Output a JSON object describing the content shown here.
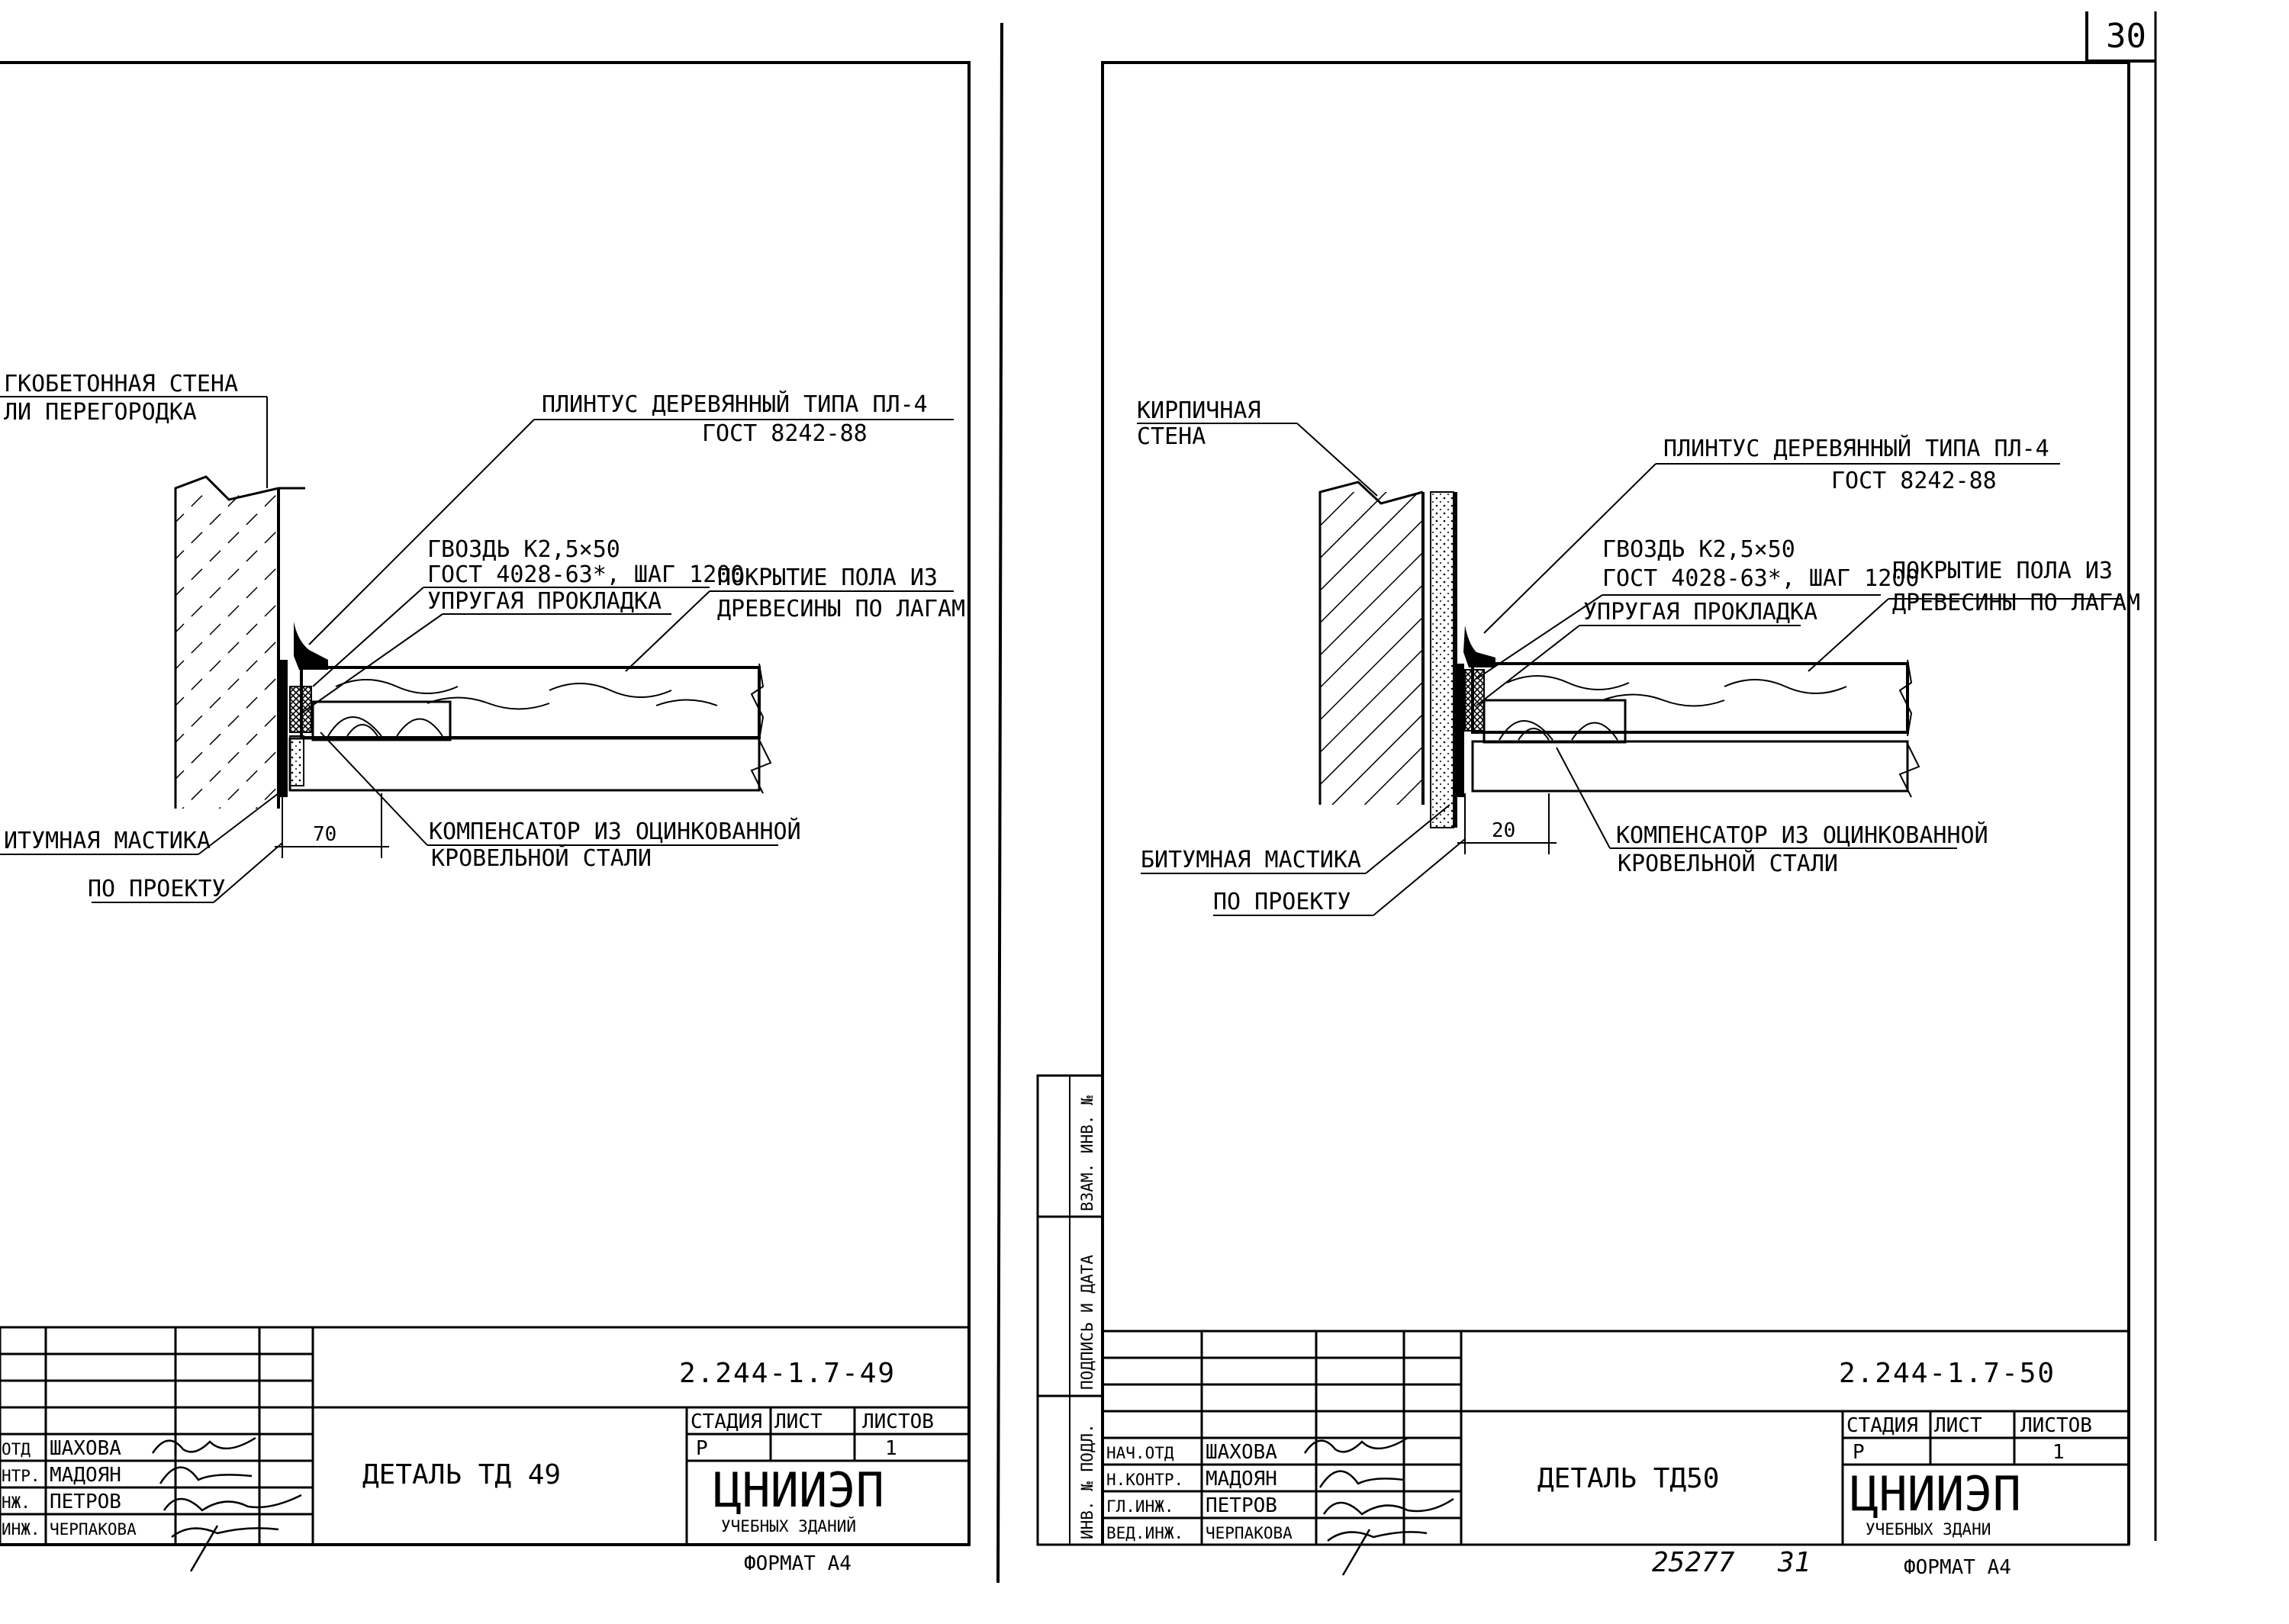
{
  "page_number": "30",
  "left_sheet": {
    "callouts": {
      "wall": [
        "ГКОБЕТОННАЯ СТЕНА",
        "ЛИ ПЕРЕГОРОДКА"
      ],
      "plinth": [
        "ПЛИНТУС ДЕРЕВЯННЫЙ ТИПА ПЛ-4",
        "ГОСТ 8242-88"
      ],
      "nail": [
        "ГВОЗДЬ К2,5×50",
        "ГОСТ 4028-63*, ШАГ 1200"
      ],
      "pad": "УПРУГАЯ ПРОКЛАДКА",
      "floor": [
        "ПОКРЫТИЕ ПОЛА ИЗ",
        "ДРЕВЕСИНЫ ПО ЛАГАМ"
      ],
      "compensator": [
        "КОМПЕНСАТОР ИЗ ОЦИНКОВАННОЙ",
        "КРОВЕЛЬНОЙ СТАЛИ"
      ],
      "mastic": "ИТУМНАЯ МАСТИКА",
      "project": "ПО ПРОЕКТУ",
      "dim": "70"
    },
    "title_block": {
      "code": "2.244-1.7-49",
      "title": "ДЕТАЛЬ ТД 49",
      "headers": [
        "СТАДИЯ",
        "ЛИСТ",
        "ЛИСТОВ"
      ],
      "values": [
        "Р",
        "1",
        ""
      ],
      "org": "ЦНИИЭП",
      "org_sub": "УЧЕБНЫХ ЗДАНИЙ",
      "roles": [
        "ОТД",
        "НТР.",
        "НЖ.",
        "ИНЖ."
      ],
      "names": [
        "ШАХОВА",
        "МАДОЯН",
        "ПЕТРОВ",
        "ЧЕРПАКОВА"
      ],
      "format": "ФОРМАТ А4"
    }
  },
  "right_sheet": {
    "callouts": {
      "wall": [
        "КИРПИЧНАЯ",
        "СТЕНА"
      ],
      "plinth": [
        "ПЛИНТУС ДЕРЕВЯННЫЙ ТИПА ПЛ-4",
        "ГОСТ 8242-88"
      ],
      "nail": [
        "ГВОЗДЬ К2,5×50",
        "ГОСТ 4028-63*, ШАГ 1200"
      ],
      "pad": "УПРУГАЯ ПРОКЛАДКА",
      "floor": [
        "ПОКРЫТИЕ ПОЛА ИЗ",
        "ДРЕВЕСИНЫ ПО ЛАГАМ"
      ],
      "compensator": [
        "КОМПЕНСАТОР ИЗ ОЦИНКОВАННОЙ",
        "КРОВЕЛЬНОЙ СТАЛИ"
      ],
      "mastic": "БИТУМНАЯ МАСТИКА",
      "project": "ПО ПРОЕКТУ",
      "dim": "20"
    },
    "title_block": {
      "code": "2.244-1.7-50",
      "title": "ДЕТАЛЬ ТД50",
      "headers": [
        "СТАДИЯ",
        "ЛИСТ",
        "ЛИСТОВ"
      ],
      "values": [
        "Р",
        "1",
        ""
      ],
      "org": "ЦНИИЭП",
      "org_sub": "УЧЕБНЫХ ЗДАНИ",
      "roles": [
        "НАЧ.ОТД",
        "Н.КОНТР.",
        "ГЛ.ИНЖ.",
        "ВЕД.ИНЖ."
      ],
      "names": [
        "ШАХОВА",
        "МАДОЯН",
        "ПЕТРОВ",
        "ЧЕРПАКОВА"
      ],
      "format": "ФОРМАТ А4",
      "side_stamp": [
        "ИНВ. № ПОДЛ.",
        "ПОДПИСЬ И ДАТА",
        "ВЗАМ. ИНВ. №"
      ],
      "bottom_number": "25277",
      "bottom_sheet": "31"
    }
  }
}
